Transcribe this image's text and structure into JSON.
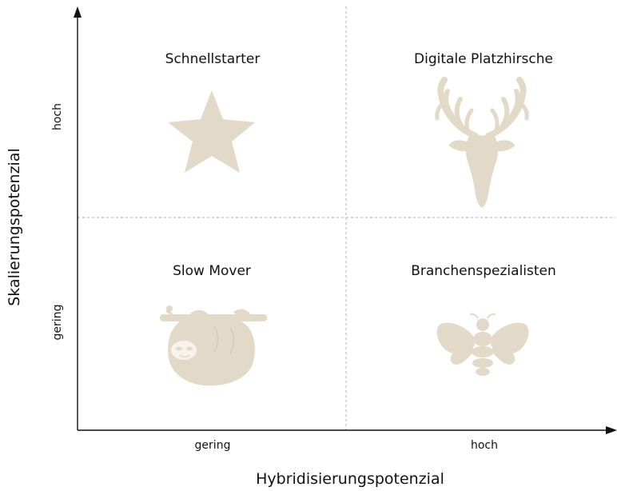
{
  "axes": {
    "x_title": "Hybridisierungspotenzial",
    "y_title": "Skalierungspotenzial",
    "x_low": "gering",
    "x_high": "hoch",
    "y_low": "gering",
    "y_high": "hoch"
  },
  "quadrants": {
    "top_left": {
      "title": "Schnellstarter",
      "icon": "star-icon"
    },
    "top_right": {
      "title": "Digitale Platzhirsche",
      "icon": "stag-head-icon"
    },
    "bottom_left": {
      "title": "Slow Mover",
      "icon": "sloth-icon"
    },
    "bottom_right": {
      "title": "Branchenspezialisten",
      "icon": "bee-icon"
    }
  },
  "colors": {
    "icon": "#e2d9c8",
    "axis": "#111111",
    "divider": "#bdbdbd"
  }
}
